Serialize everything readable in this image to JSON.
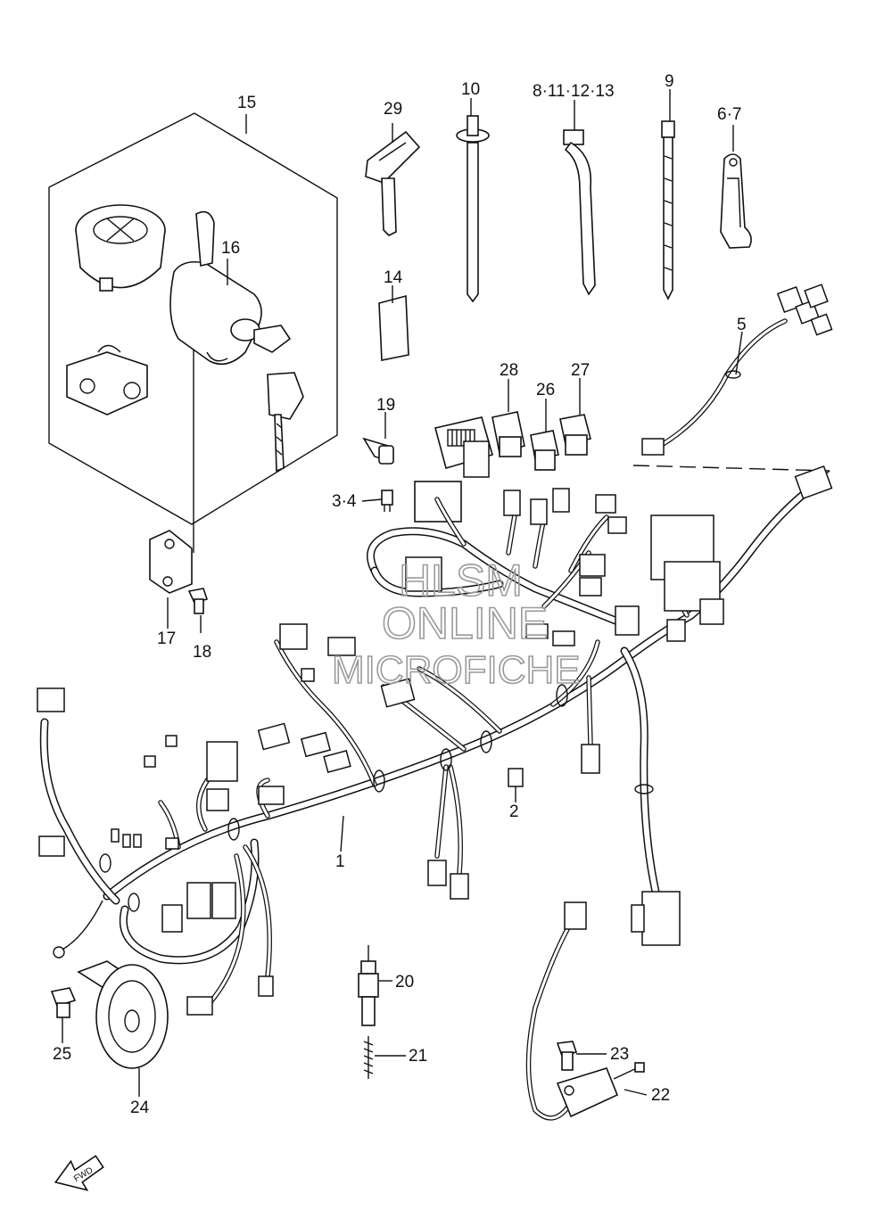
{
  "callouts": {
    "c1": "1",
    "c2": "2",
    "c3_4": "3·4",
    "c5": "5",
    "c6_7": "6·7",
    "c8_13": "8·11·12·13",
    "c9": "9",
    "c10": "10",
    "c14": "14",
    "c15": "15",
    "c16": "16",
    "c17": "17",
    "c18": "18",
    "c19": "19",
    "c20": "20",
    "c21": "21",
    "c22": "22",
    "c23": "23",
    "c24": "24",
    "c25": "25",
    "c26": "26",
    "c27": "27",
    "c28": "28",
    "c29": "29"
  },
  "watermark": {
    "line1": "HLSM",
    "line2": "ONLINE",
    "line3": "MICROFICHE"
  },
  "fwd_arrow": {
    "label": "FWD"
  }
}
